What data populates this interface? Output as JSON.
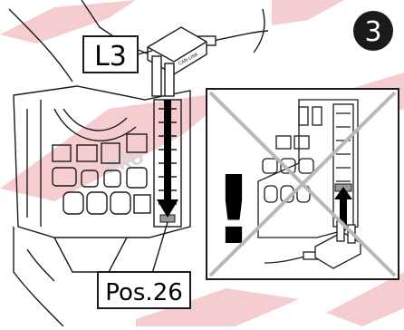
{
  "step_number": "3",
  "connector_label": "L3",
  "position_label": "Pos.26",
  "warning_symbol": "!",
  "connector_text": "CAN-LINK",
  "watermark_text": "PRO"
}
